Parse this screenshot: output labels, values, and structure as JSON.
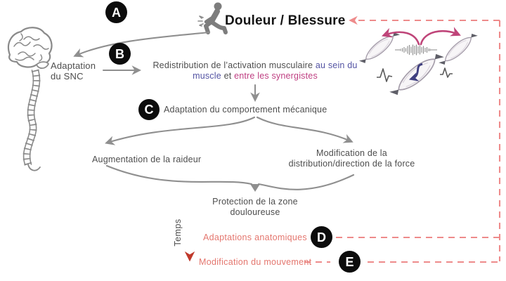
{
  "title": "Douleur / Blessure",
  "steps": {
    "a": "A",
    "b": "B",
    "c": "C",
    "d": "D",
    "e": "E"
  },
  "labels": {
    "snc": "Adaptation\ndu SNC",
    "redistribution_part1": "Redistribution de l’activation musculaire ",
    "redistribution_blue": "au sein du muscle",
    "redistribution_sep": " et ",
    "redistribution_pink": "entre les synergistes",
    "mecanique": "Adaptation du comportement mécanique",
    "raideur": "Augmentation de la raideur",
    "force": "Modification  de la\ndistribution/direction de la force",
    "protection": "Protection de la zone\ndouloureuse",
    "temps": "Temps",
    "anatomique": "Adaptations anatomiques",
    "mouvement": "Modification  du mouvement"
  },
  "colors": {
    "arrow_gray": "#8f8f8f",
    "text_gray": "#4d4d4d",
    "text_black": "#141414",
    "accent_blue": "#5353a3",
    "accent_magenta": "#bf3f82",
    "accent_salmon": "#e4766e",
    "dashed_feedback": "#ee8b8b",
    "temps_green": "#2f9e4f",
    "temps_red": "#c0392b",
    "badge_bg": "#0c0c0c"
  }
}
